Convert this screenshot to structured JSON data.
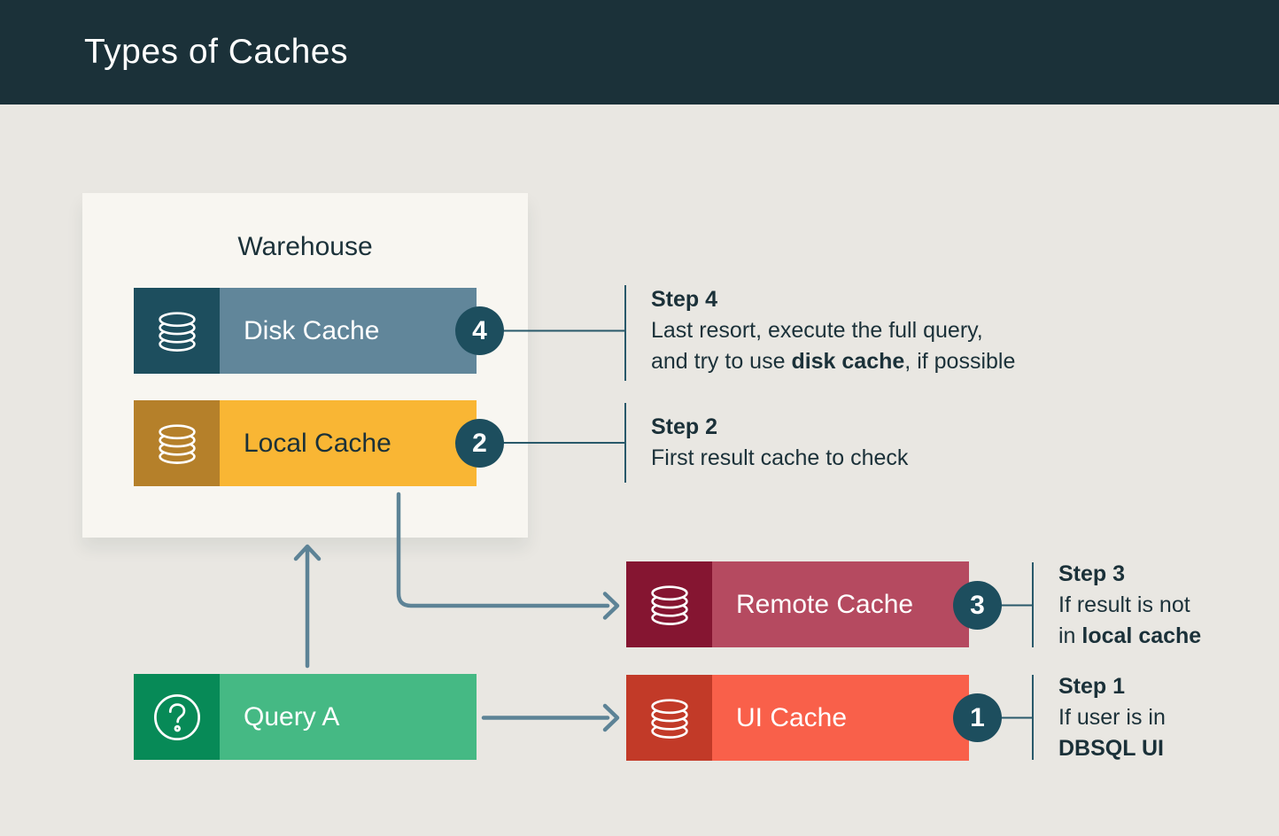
{
  "header": {
    "title": "Types of Caches"
  },
  "warehouse": {
    "label": "Warehouse"
  },
  "nodes": {
    "disk_cache": {
      "label": "Disk Cache",
      "badge": "4",
      "icon": "database-icon"
    },
    "local_cache": {
      "label": "Local Cache",
      "badge": "2",
      "icon": "database-icon"
    },
    "query_a": {
      "label": "Query A",
      "icon": "question-icon"
    },
    "remote_cache": {
      "label": "Remote Cache",
      "badge": "3",
      "icon": "database-icon"
    },
    "ui_cache": {
      "label": "UI Cache",
      "badge": "1",
      "icon": "database-icon"
    }
  },
  "steps": {
    "step1": {
      "title": "Step 1",
      "line1": "If user is in",
      "line2_bold": "DBSQL UI"
    },
    "step2": {
      "title": "Step 2",
      "line1": "First result cache to check"
    },
    "step3": {
      "title": "Step 3",
      "line1": "If result is not",
      "line2_pre": "in ",
      "line2_bold": "local cache"
    },
    "step4": {
      "title": "Step 4",
      "line1": "Last resort, execute the full query,",
      "line2_pre": "and try to use ",
      "line2_bold": "disk cache",
      "line2_post": ", if possible"
    }
  },
  "colors": {
    "header_bg": "#1b3139",
    "canvas_bg": "#e9e7e2",
    "panel_bg": "#f8f6f1",
    "disk_icon_bg": "#1d4e5e",
    "disk_bar_bg": "#61869a",
    "local_icon_bg": "#b5802a",
    "local_bar_bg": "#f9b634",
    "query_icon_bg": "#078a57",
    "query_bar_bg": "#45b984",
    "remote_icon_bg": "#851531",
    "remote_bar_bg": "#b54a60",
    "ui_icon_bg": "#c23a28",
    "ui_bar_bg": "#f9604a",
    "badge_bg": "#1d4e5e",
    "arrow": "#5d8396",
    "connector": "#29596a",
    "text_dark": "#1b3139",
    "text_light": "#ffffff"
  }
}
